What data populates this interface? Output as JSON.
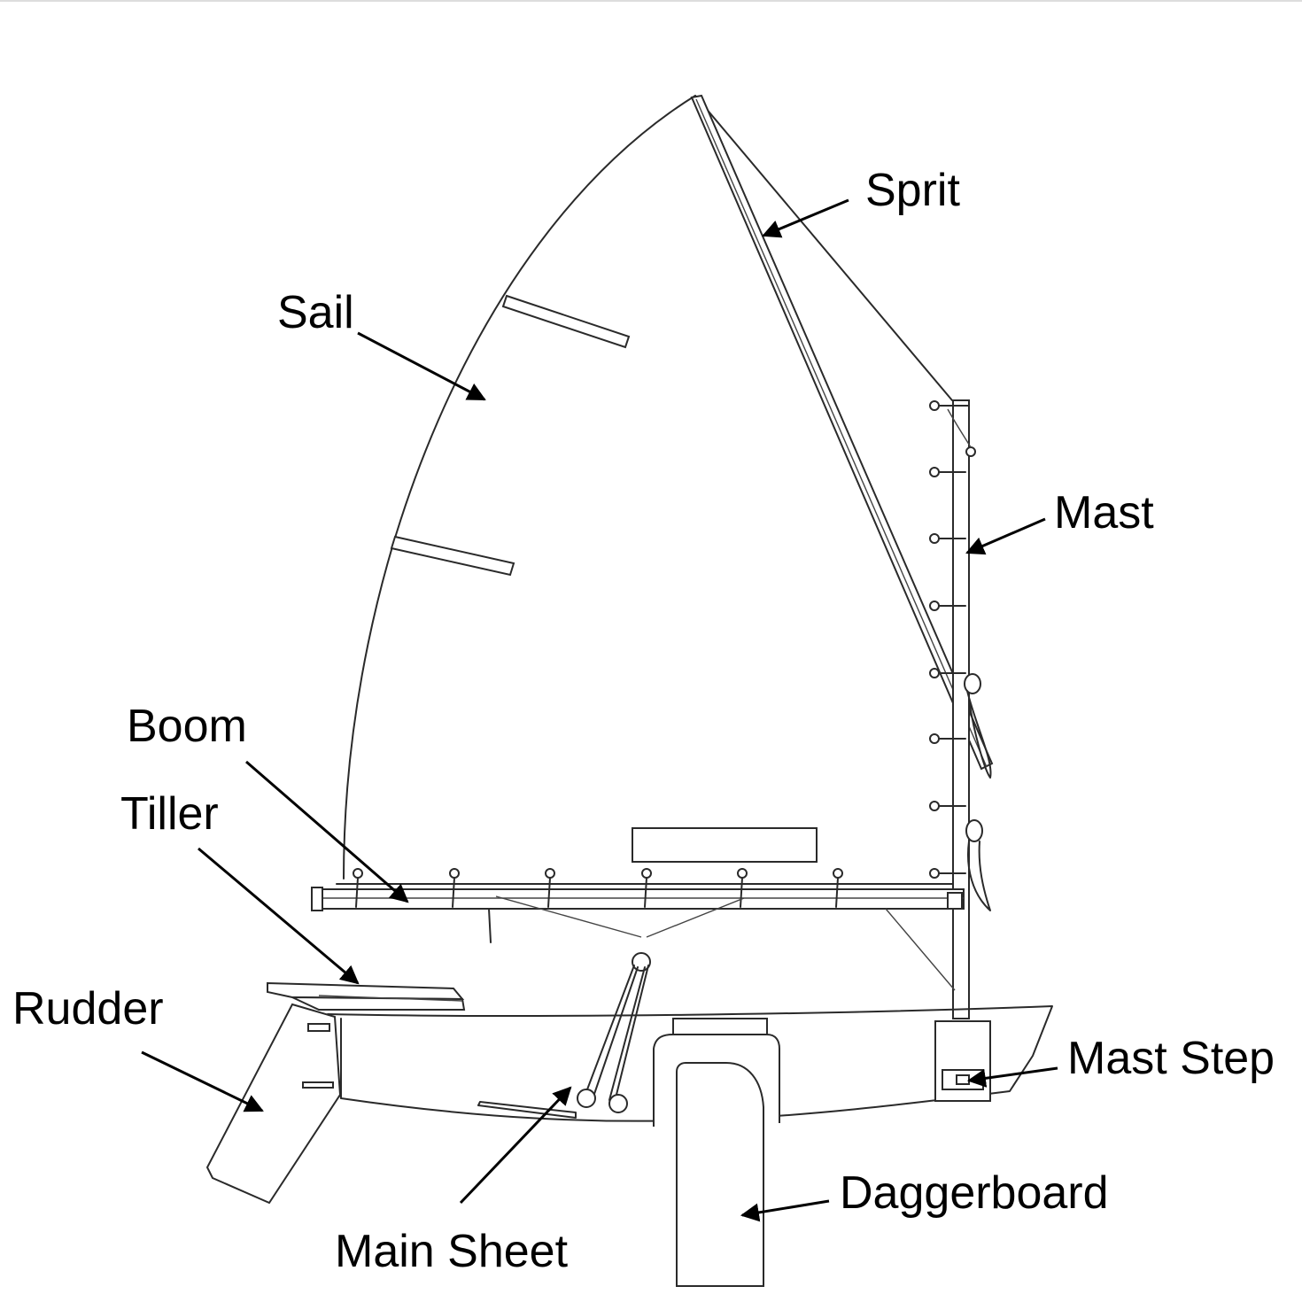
{
  "labels": {
    "sprit": "Sprit",
    "sail": "Sail",
    "mast": "Mast",
    "boom": "Boom",
    "tiller": "Tiller",
    "rudder": "Rudder",
    "mast_step": "Mast Step",
    "daggerboard": "Daggerboard",
    "main_sheet": "Main Sheet"
  },
  "colors": {
    "line": "#2a2a2a",
    "background": "#ffffff",
    "text": "#000000"
  }
}
